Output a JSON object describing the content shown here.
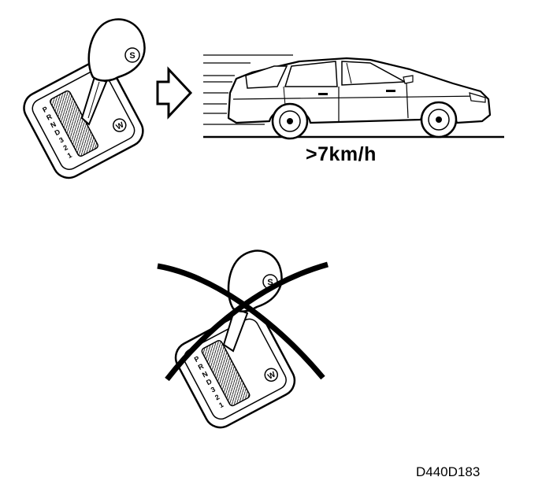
{
  "speed_label": ">7km/h",
  "figure_code": "D440D183",
  "knob_emblem": "S",
  "mode_badge": "W",
  "gear_letters": [
    "P",
    "R",
    "N",
    "D",
    "3",
    "2",
    "1"
  ],
  "icons": {
    "arrow": "right-arrow-icon",
    "prohibited": "cross-mark-icon"
  },
  "colors": {
    "ink": "#000000",
    "paper": "#ffffff"
  }
}
